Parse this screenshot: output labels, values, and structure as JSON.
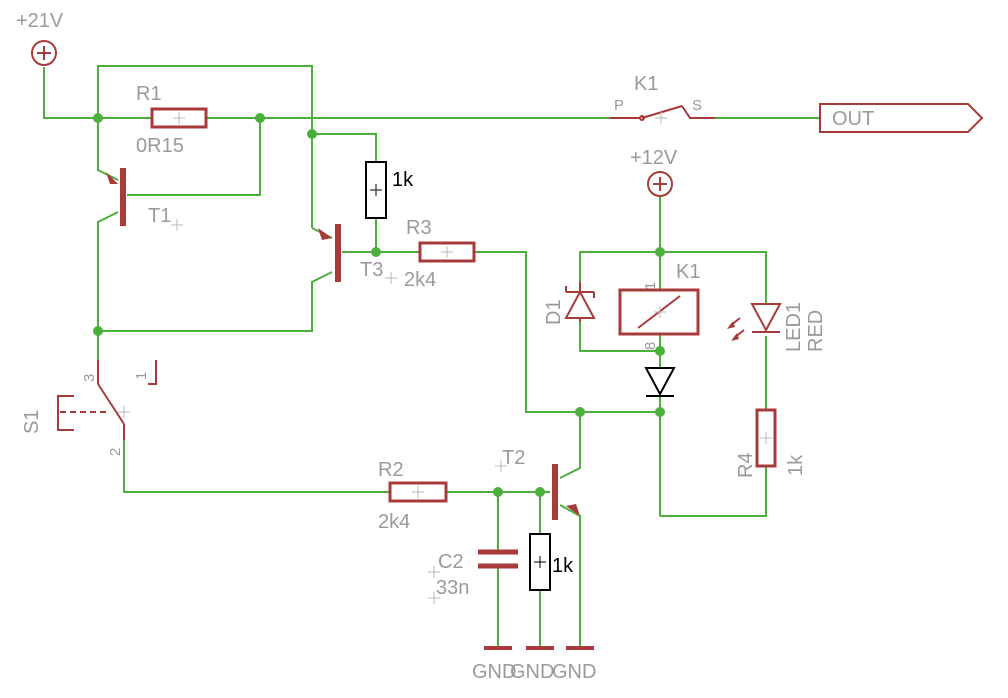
{
  "supplies": {
    "v21": "+21V",
    "v12": "+12V"
  },
  "output": {
    "label": "OUT"
  },
  "grounds": [
    "GND",
    "GND",
    "GND"
  ],
  "components": {
    "R1": {
      "name": "R1",
      "value": "0R15"
    },
    "R3": {
      "name": "R3",
      "value": "2k4"
    },
    "R2": {
      "name": "R2",
      "value": "2k4"
    },
    "R4": {
      "name": "R4",
      "value": "1k"
    },
    "R_T3": {
      "value": "1k"
    },
    "R_T2": {
      "value": "1k"
    },
    "C2": {
      "name": "C2",
      "value": "33n"
    },
    "T1": {
      "name": "T1"
    },
    "T2": {
      "name": "T2"
    },
    "T3": {
      "name": "T3"
    },
    "D1": {
      "name": "D1"
    },
    "LED1": {
      "name": "LED1",
      "value": "RED"
    },
    "K1_contact": {
      "name": "K1",
      "pin_p": "P",
      "pin_s": "S"
    },
    "K1_coil": {
      "name": "K1",
      "pin_1": "1",
      "pin_8": "8"
    },
    "S1": {
      "name": "S1",
      "pin_1": "1",
      "pin_2": "2",
      "pin_3": "3"
    }
  }
}
